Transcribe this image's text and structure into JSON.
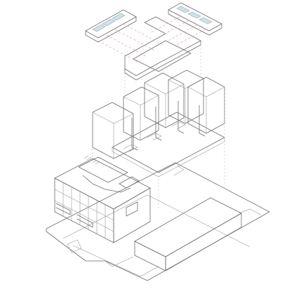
{
  "diagram": {
    "kind": "exploded-axonometric",
    "layers": [
      {
        "id": "roof-courtyard",
        "label": ""
      },
      {
        "id": "townhouse-blocks",
        "label": ""
      },
      {
        "id": "apartment-block",
        "label": ""
      },
      {
        "id": "site-plinth",
        "label": ""
      }
    ],
    "colors": {
      "line": "#6b6b6b",
      "glass": "#e3eef5",
      "green": "#dbeed0",
      "pink": "#efd9dc",
      "pink_dark": "#e2c3c8",
      "cream": "#fbf7dc",
      "dash": "#c9a0a8"
    }
  }
}
